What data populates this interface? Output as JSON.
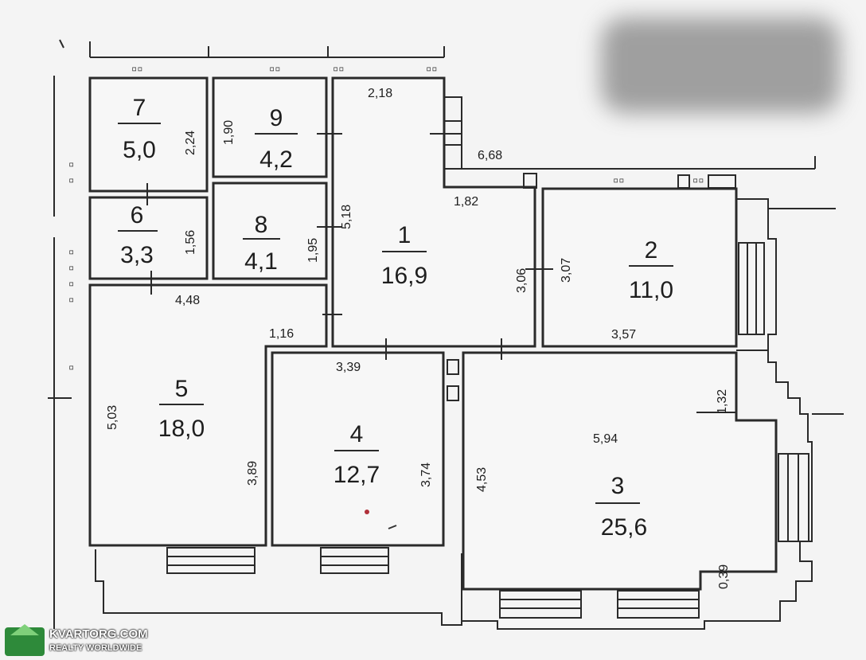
{
  "rooms": {
    "r1": {
      "num": "1",
      "area": "16,9"
    },
    "r2": {
      "num": "2",
      "area": "11,0"
    },
    "r3": {
      "num": "3",
      "area": "25,6"
    },
    "r4": {
      "num": "4",
      "area": "12,7"
    },
    "r5": {
      "num": "5",
      "area": "18,0"
    },
    "r6": {
      "num": "6",
      "area": "3,3"
    },
    "r7": {
      "num": "7",
      "area": "5,0"
    },
    "r8": {
      "num": "8",
      "area": "4,1"
    },
    "r9": {
      "num": "9",
      "area": "4,2"
    }
  },
  "dims": {
    "d218": "2,18",
    "d668": "6,68",
    "d182": "1,82",
    "d518": "5,18",
    "d306": "3,06",
    "d307": "3,07",
    "d357": "3,57",
    "d448": "4,48",
    "d116": "1,16",
    "d339": "3,39",
    "d503": "5,03",
    "d389": "3,89",
    "d374": "3,74",
    "d453": "4,53",
    "d594": "5,94",
    "d132": "1,32",
    "d039": "0,39",
    "d224": "2,24",
    "d190": "1,90",
    "d156": "1,56",
    "d195": "1,95"
  },
  "watermark": {
    "line1": "KVARTORG.COM",
    "line2": "REALTY WORLDWIDE"
  },
  "colors": {
    "wall": "#2a2a2a",
    "background": "#f4f4f4",
    "logo": "#2e8a3a"
  }
}
